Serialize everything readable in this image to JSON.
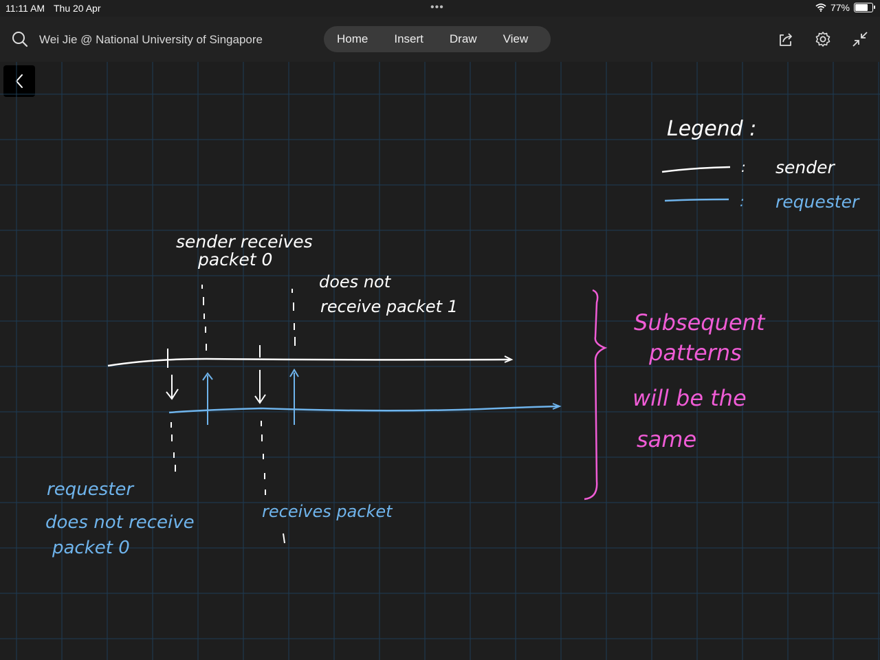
{
  "status": {
    "time": "11:11 AM",
    "date": "Thu 20 Apr",
    "battery": "77%",
    "battery_level": 0.77
  },
  "toolbar": {
    "title": "Wei Jie @ National University of Singapore",
    "tabs": [
      "Home",
      "Insert",
      "Draw",
      "View"
    ]
  },
  "icons": {
    "search": "search-icon",
    "share": "share-icon",
    "settings": "gear-icon",
    "collapse": "collapse-icon",
    "back": "chevron-left-icon",
    "wifi": "wifi-icon"
  },
  "colors": {
    "background": "#1e1e1e",
    "grid": "#1d3c55",
    "sender": "#ffffff",
    "requester": "#6fb4ec",
    "note": "#f05cd6"
  },
  "notes": {
    "legend_title": "Legend :",
    "legend_sender": "sender",
    "legend_requester": "requester",
    "legend_colon": ":",
    "sender_receives_1": "sender receives",
    "sender_receives_2": "packet 0",
    "does_not_1": "does not",
    "does_not_2": "receive packet 1",
    "requester_1": "requester",
    "requester_2": "does not receive",
    "requester_3": "packet 0",
    "receives_packet": "receives packet",
    "subsequent_1": "Subsequent",
    "subsequent_2": "patterns",
    "subsequent_3": "will be the",
    "subsequent_4": "same"
  }
}
